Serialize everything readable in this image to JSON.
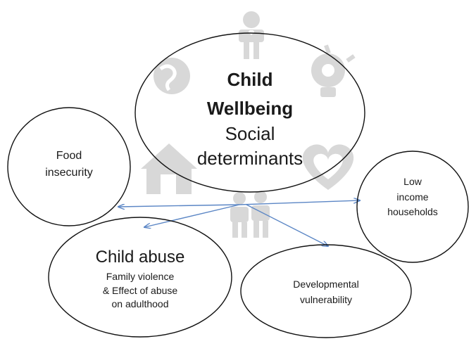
{
  "colors": {
    "background": "#ffffff",
    "ellipse_stroke": "#111111",
    "arrow": "#5b86c5",
    "watermark_icons": "#b9b9b9"
  },
  "center": {
    "title_line1": "Child",
    "title_line2": "Wellbeing",
    "subtitle_line1": "Social",
    "subtitle_line2": "determinants"
  },
  "nodes": {
    "food": {
      "line1": "Food",
      "line2": "insecurity"
    },
    "income": {
      "line1": "Low",
      "line2": "income",
      "line3": "households"
    },
    "abuse": {
      "title": "Child abuse",
      "line1": "Family violence",
      "line2": "& Effect of abuse",
      "line3": "on adulthood"
    },
    "development": {
      "line1": "Developmental",
      "line2": "vulnerability"
    }
  },
  "watermark_icons": [
    "family-icon",
    "globe-icon",
    "lightbulb-icon",
    "house-icon",
    "heart-icon",
    "family-group-icon"
  ]
}
